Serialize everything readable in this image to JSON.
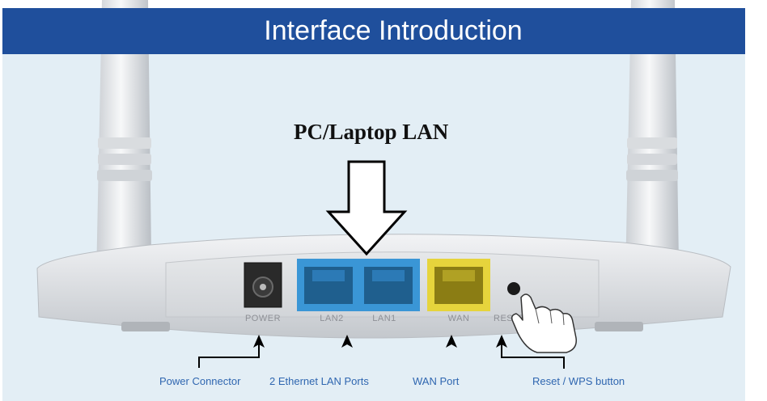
{
  "banner": {
    "title": "Interface Introduction"
  },
  "heading": "PC/Laptop LAN",
  "port_labels": {
    "power": "POWER",
    "lan2": "LAN2",
    "lan1": "LAN1",
    "wan": "WAN",
    "reset": "RESET"
  },
  "captions": {
    "power": "Power Connector",
    "lan": "2 Ethernet LAN Ports",
    "wan": "WAN Port",
    "reset": "Reset / WPS button"
  },
  "colors": {
    "banner": "#1f4f9c",
    "lan_ports": "#3a96d6",
    "wan_port": "#e6d43c",
    "caption_text": "#2f66b0"
  },
  "icons": [
    "down-arrow-icon",
    "pointer-arrow-icon",
    "hand-pointer-icon"
  ]
}
